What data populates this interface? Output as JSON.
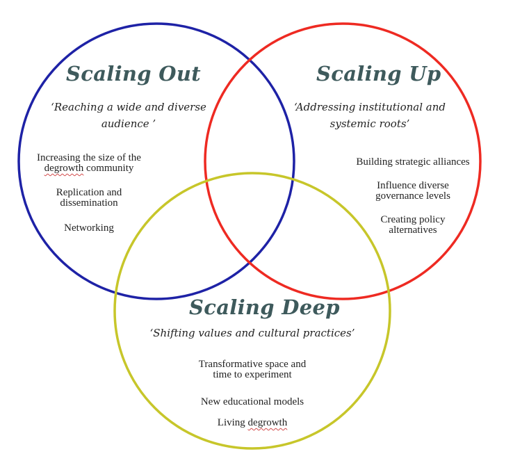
{
  "colors": {
    "scaling_out": "#1e22a6",
    "scaling_up": "#ee2a22",
    "scaling_deep": "#c7c62a",
    "title": "#3e5a5c"
  },
  "scaling_out": {
    "title": "Scaling Out",
    "subtitle_line1": "‘Reaching a wide  and diverse",
    "subtitle_line2": "audience ’",
    "items": [
      {
        "line1": "Increasing the size of the",
        "line2": "degrowth community"
      },
      {
        "line1": "Replication and",
        "line2": "dissemination"
      },
      {
        "line1": "Networking"
      }
    ]
  },
  "scaling_up": {
    "title": "Scaling Up",
    "subtitle_line1": "‘Addressing institutional and",
    "subtitle_line2": "systemic roots’",
    "items": [
      {
        "line1": "Building strategic alliances"
      },
      {
        "line1": "Influence diverse",
        "line2": "governance levels"
      },
      {
        "line1": "Creating policy",
        "line2": "alternatives"
      }
    ]
  },
  "scaling_deep": {
    "title": "Scaling Deep",
    "subtitle_line1": "‘Shifting values and cultural practices’",
    "items": [
      {
        "line1": "Transformative space and",
        "line2": "time to experiment"
      },
      {
        "line1": "New educational models"
      },
      {
        "line1": "Living degrowth"
      }
    ]
  }
}
